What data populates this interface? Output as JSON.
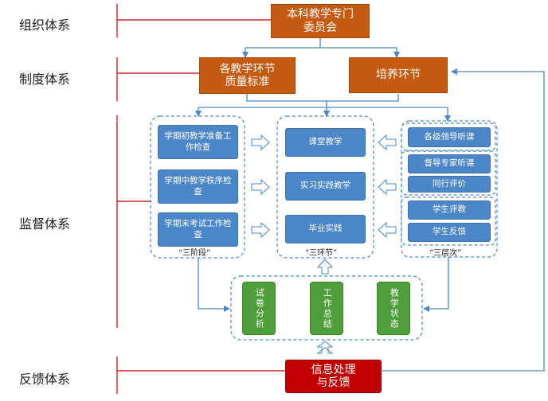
{
  "side_labels": {
    "org": "组织体系",
    "system": "制度体系",
    "supervision": "监督体系",
    "feedback": "反馈体系"
  },
  "top": {
    "committee_line1": "本科教学专门",
    "committee_line2": "委员会",
    "quality_line1": "各教学环节",
    "quality_line2": "质量标准",
    "training": "培养环节"
  },
  "stages": {
    "caption": "“三阶段”",
    "items": [
      "学期初教学准备工作检查",
      "学期中教学秩序检查",
      "学期末考试工作检查"
    ]
  },
  "links": {
    "caption": "“三环节”",
    "items": [
      "课堂教学",
      "实习实践教学",
      "毕业实践"
    ]
  },
  "levels": {
    "caption": "“三层次”",
    "items": [
      "各级领导听课",
      "督导专家听课",
      "同行评价",
      "学生评教",
      "学生反馈"
    ]
  },
  "analysis": {
    "items": [
      "试卷分析",
      "工作总结",
      "教学状态"
    ]
  },
  "feedback_box": {
    "line1": "信息处理",
    "line2": "与反馈"
  },
  "colors": {
    "orange": "#c55a11",
    "blue": "#4a86c8",
    "green": "#4e9e3a",
    "red": "#c00000",
    "divider": "#c00000",
    "arrow": "#4a86c8"
  }
}
